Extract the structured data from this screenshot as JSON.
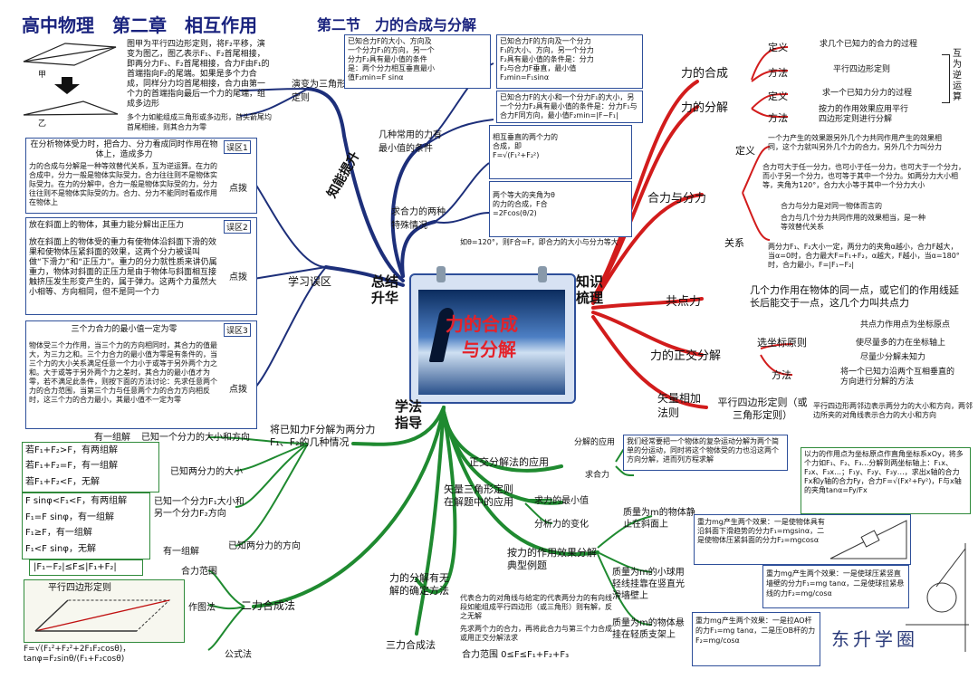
{
  "header": {
    "title": "高中物理　第二章　相互作用",
    "section": "第二节　力的合成与分解"
  },
  "center": {
    "title_1": "力的合成",
    "title_2": "与分解"
  },
  "hubs": {
    "knowledge": "知识\n梳理",
    "summary": "总结\n升华",
    "method": "学法\n指导",
    "ability": "知能提升"
  },
  "top_left": {
    "jia": "甲",
    "yi": "乙",
    "text1": "图甲为平行四边形定则，将F₂平移，演变为图乙，图乙表示F₁、F₂首尾相接，即两分力F₁、F₂首尾相接，合力F由F₁的首端指向F₂的尾端。如果是多个力合成，同样分力均首尾相接，合力由第一个力的首端指向最后一个力的尾端，组成多边形",
    "text2": "多个力如能组成三角形或多边形，首头箭尾均首尾相接，则其合力为零",
    "branch": "演变为三角形定则"
  },
  "ability": {
    "min_cond": "几种常用的力有最小值的条件",
    "box1": "已知合力F的大小、方向及一个分力F₁的方向，另一个分力F₂具有最小值的条件是：两个分力相互垂直最小值F₂min=F sinα",
    "box2": "已知合力F的方向及一个分力F₁的大小、方向，另一个分力F₂具有最小值的条件是：分力F₂与合力F垂直，最小值F₂min=F₁sinα",
    "box3": "已知合力F的大小和一个分力F₁的大小，另一个分力F₂具有最小值的条件是：分力F₁与合力F同方向，最小值F₂min=|F−F₁|",
    "special": "求合力的两种特殊情况",
    "box4": "相互垂直的两个力的合成，即F=√(F₁²+F₂²)",
    "box5": "两个等大的夹角为θ的力的合成，F合=2Fcos(θ/2)",
    "note120": "如θ=120°，则F合=F，即合力的大小与分力等大"
  },
  "summary": {
    "area": "学习误区",
    "m1_title": "在分析物体受力时，把合力、分力看成同时作用在物体上，造成多力",
    "m1_tag": "误区1",
    "m1_body": "力的合成与分解是一种等效替代关系，互为逆运算。在力的合成中，分力一般是物体实际受力，合力往往则不是物体实际受力。在力的分解中，合力一般是物体实际受的力，分力往往则不是物体实际受的力。合力、分力不能同时看成作用在物体上",
    "hint": "点拨",
    "m2_title": "放在斜面上的物体，其重力能分解出正压力",
    "m2_tag": "误区2",
    "m2_body": "放在斜面上的物体受的重力有使物体沿斜面下滑的效果和使物体压紧斜面的效果，这两个分力被误叫做“下滑力”和“正压力”。重力的分力就性质来讲仍属重力，物体对斜面的正压力是由于物体与斜面相互接触挤压发生形变产生的，属于弹力。这两个力虽然大小相等、方向相同，但不是同一个力",
    "m3_title": "三个力合力的最小值一定为零",
    "m3_tag": "误区3",
    "m3_body": "物体受三个力作用，当三个力的方向相同时，其合力的值最大，为三力之和。三个力合力的最小值为零是有条件的，当三个力的大小关系满足任意一个力小于或等于另外两个力之和。大于或等于另外两个力之差时，其合力的最小值才为零，若不满足此条件，则按下面的方法讨论：先求任意两个力的合力范围，当第三个力与任意两个力的合力方向相反时，这三个力的合力最小，其最小值不一定为零"
  },
  "knowledge": {
    "synthesis": "力的合成",
    "decomposition": "力的分解",
    "def": "定义",
    "method": "方法",
    "syn_def": "求几个已知力的合力的过程",
    "syn_method": "平行四边形定则",
    "dec_def": "求一个已知力分力的过程",
    "dec_method": "按力的作用效果应用平行四边形定则进行分解",
    "inverse": "互为逆运算",
    "force_rel": "合力与分力",
    "fr_def_lbl": "定义",
    "fr_def": "一个力产生的效果跟另外几个力共同作用产生的效果相同，这个力就叫另外几个力的合力，另外几个力叫分力",
    "relation": "关系",
    "rel1": "合力可大于任一分力，也可小于任一分力，也可大于一个分力，而小于另一个分力，也可等于其中一个分力。如两分力大小相等，夹角为120°，合力大小等于其中一个分力大小",
    "rel2": "合力与分力是对同一物体而言的",
    "rel3": "合力与几个分力共同作用的效果相当，是一种等效替代关系",
    "rel4": "两分力F₁、F₂大小一定，两分力的夹角α越小，合力F越大，当α=0时，合力最大F=F₁+F₂，α越大，F越小，当α=180°时，合力最小，F=|F₁−F₂|",
    "concurrent": "共点力",
    "concurrent_def": "几个力作用在物体的同一点，或它们的作用线延长后能交于一点，这几个力叫共点力",
    "ortho": "力的正交分解",
    "axis": "选坐标原则",
    "axis1": "共点力作用点为坐标原点",
    "axis2": "使尽量多的力在坐标轴上",
    "axis3": "尽量少分解未知力",
    "ortho_method": "方法",
    "ortho_m": "将一个已知力沿两个互相垂直的方向进行分解的方法",
    "vector": "矢量相加法则",
    "vector_rule": "平行四边形定则（或三角形定则）",
    "vector_desc": "平行四边形两邻边表示两分力的大小和方向，两邻边所夹的对角线表示合力的大小和方向"
  },
  "method": {
    "known_F": "将已知力F分解为两分力F₁、F₂的几种情况",
    "one_solution": "有一组解",
    "c1": "已知一个分力的大小和方向",
    "c2": "已知两分力的大小",
    "c2a": "若F₁+F₂>F，有两组解",
    "c2b": "若F₁+F₂=F，有一组解",
    "c2c": "若F₁+F₂<F，无解",
    "c3": "已知一个分力F₁大小和另一个分力F₂方向",
    "c3a": "F sinφ<F₁<F，有两组解",
    "c3b": "F₁=F sinφ，有一组解",
    "c3c": "F₁≥F，有一组解",
    "c3d": "F₁<F sinφ，无解",
    "c4": "已知两分力的方向",
    "c4a": "有一组解",
    "range_lbl": "合力范围",
    "range": "|F₁−F₂|≤F≤|F₁+F₂|",
    "two_force": "二力合成法",
    "graph": "作图法",
    "para_rule": "平行四边形定则",
    "formula": "公式法",
    "formula_text": "F=√(F₁²+F₂²+2F₁F₂cosθ)，tanφ=F₂sinθ/(F₁+F₂cosθ)",
    "three_force": "三力合成法",
    "three_a": "先求两个力的合力，再将此合力与第三个力合成或用正交分解法求",
    "three_range": "合力范围 0≤F≤F₁+F₂+F₃",
    "uncertain": "力的分解有无解的确定方法",
    "uncertain_a": "代表合力的对角线与给定的代表两分力的有向线段如能组成平行四边形（或三角形）则有解，反之无解",
    "ortho_app": "正交分解法的应用",
    "app_decomp": "分解的应用",
    "app_decomp_t": "我们经常要把一个物体的复杂运动分解为两个简单的分运动，同时将这个物体受的力也沿这两个方向分解，进而列方程求解",
    "find_resultant": "求合力",
    "find_res_t": "以力的作用点为坐标原点作直角坐标系xOy，将多个力如F₁、F₂、F₃…分解到两坐标轴上：F₁x、F₂x、F₃x…；F₁y、F₂y、F₃y…，求出x轴的合力Fx和y轴的合力Fy，合力F=√(Fx²+Fy²)，F与x轴的夹角tanα=Fy/Fx",
    "vec_tri": "矢量三角形定则在解题中的应用",
    "min_force": "求力的最小值",
    "change": "分析力的变化",
    "effect": "按力的作用效果分解典型例题",
    "ex1": "质量为m的物体静止在斜面上",
    "ex1_t": "重力mg产生两个效果：一是使物体具有沿斜面下滑趋势的分力F₁=mgsinα，二是使物体压紧斜面的分力F₂=mgcosα",
    "ex2": "质量为m的小球用轻线挂靠在竖直光滑墙壁上",
    "ex2_t": "重力mg产生两个效果：一是使球压紧竖直墙壁的分力F₁=mg tanα，二是使球拉紧悬线的力F₂=mg/cosα",
    "ex3": "质量为m的物体悬挂在轻质支架上",
    "ex3_t": "重力mg产生两个效果：一是拉AO杆的力F₁=mg tanα，二是压OB杆的力F₂=mg/cosα"
  },
  "watermark": "东升学圈",
  "colors": {
    "red": "#c01010",
    "green": "#0d7a24",
    "blue": "#2e4f9a",
    "title": "#1a237e"
  }
}
